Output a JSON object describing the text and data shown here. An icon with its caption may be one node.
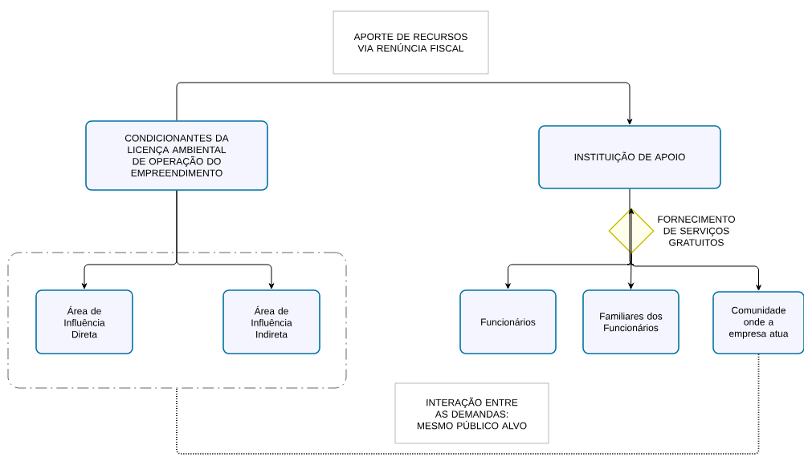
{
  "diagram": {
    "nodes": [
      {
        "text": [
          "APORTE DE RECURSOS VIA RENÚNCIA FISCAL"
        ]
      },
      {
        "text": [
          "CONDICIONANTES DA LICENÇA AMBIENTAL DE OPERAÇÃO DO EMPREENDIMENTO"
        ]
      },
      {
        "text": [
          "INSTITUIÇÃO DE APOIO"
        ]
      },
      {
        "text": [],
        "shape": "diamond",
        "beside": [
          "FORNECIMENTO DE SERVIÇOS GRATUITOS"
        ]
      },
      {
        "text": [],
        "shape": "box"
      },
      {
        "text": [
          "Área de Influência Direta"
        ],
        "in": 4
      },
      {
        "text": [
          "Área de Influência Indireta"
        ],
        "in": 4
      },
      {
        "text": [
          "Funcionários"
        ]
      },
      {
        "text": [
          "Familiares dos Funcionários"
        ]
      },
      {
        "text": [
          "Comunidade onde a empresa atua"
        ]
      },
      {
        "text": [
          "INTERAÇÃO ENTRE AS DEMANDAS: MESMO PÚBLICO ALVO"
        ]
      }
    ],
    "edges": [
      {
        "from": 1,
        "to": 2,
        "arrow": "to"
      },
      {
        "from": 1,
        "to": 5,
        "arrow": "to"
      },
      {
        "from": 1,
        "to": 6,
        "arrow": "to"
      },
      {
        "from": 2,
        "to": 3,
        "arrow": "to"
      },
      {
        "from": 3,
        "to": 7,
        "arrow": "to"
      },
      {
        "from": 3,
        "to": 8,
        "arrow": "to"
      },
      {
        "from": 3,
        "to": 9,
        "arrow": "to"
      },
      {
        "from": 9,
        "to": 4,
        "arrow": "none",
        "style": "dashed"
      }
    ]
  }
}
